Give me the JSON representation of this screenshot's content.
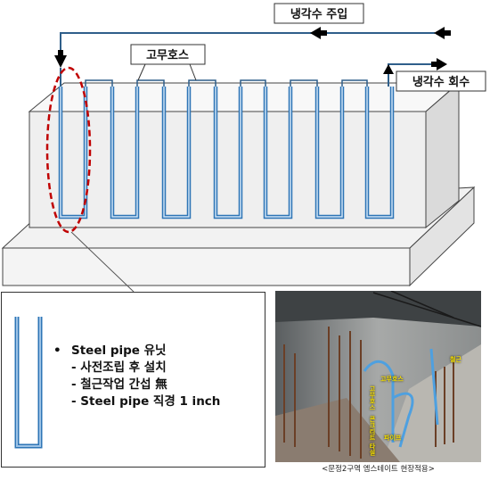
{
  "labels": {
    "inlet": "냉각수 주입",
    "hose": "고무호스",
    "outlet": "냉각수 회수"
  },
  "legend": {
    "title": "Steel pipe 유닛",
    "items": [
      "- 사전조립 후 설치",
      "- 철근작업 간섭 無",
      "- Steel pipe 직경 1 inch"
    ]
  },
  "photo": {
    "caption": "<문정2구역 엠스테이트 현장적용>",
    "tags": {
      "hose": "고무호스",
      "rebar": "철근",
      "pipe": "파이프",
      "vertical_1": "고무호스",
      "vertical_2": "콘크리트 타설"
    }
  },
  "colors": {
    "pipe": "#5b9bd5",
    "pipe_dark": "#2e75b6",
    "hose": "#2f5f8a",
    "oval": "#c00000",
    "block_face": "#eeeeee",
    "arrow": "#000000"
  },
  "icons": [
    "arrow-left-icon",
    "arrow-down-icon",
    "arrow-up-icon",
    "arrow-right-icon"
  ]
}
